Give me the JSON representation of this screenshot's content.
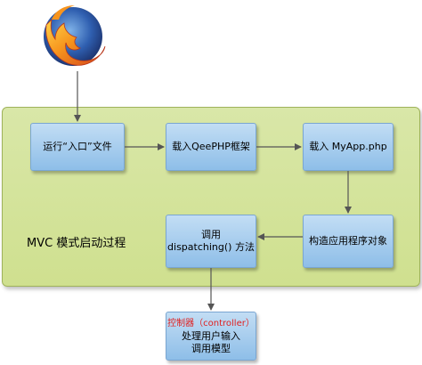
{
  "diagram": {
    "title": "MVC 模式启动过程",
    "steps": {
      "entry": "运行“入口”文件",
      "load_framework": "载入QeePHP框架",
      "load_app": "载入 MyApp.php",
      "build_app": "构造应用程序对象",
      "dispatch_line1": "调用",
      "dispatch_line2": "dispatching() 方法",
      "controller_label": "控制器（controller）",
      "controller_line1": "处理用户输入",
      "controller_line2": "调用模型"
    },
    "icon": "firefox-logo-icon",
    "colors": {
      "panel": "#d5e39b",
      "box": "#a9cdee",
      "arrow": "#555555",
      "highlight": "#e02020"
    }
  }
}
